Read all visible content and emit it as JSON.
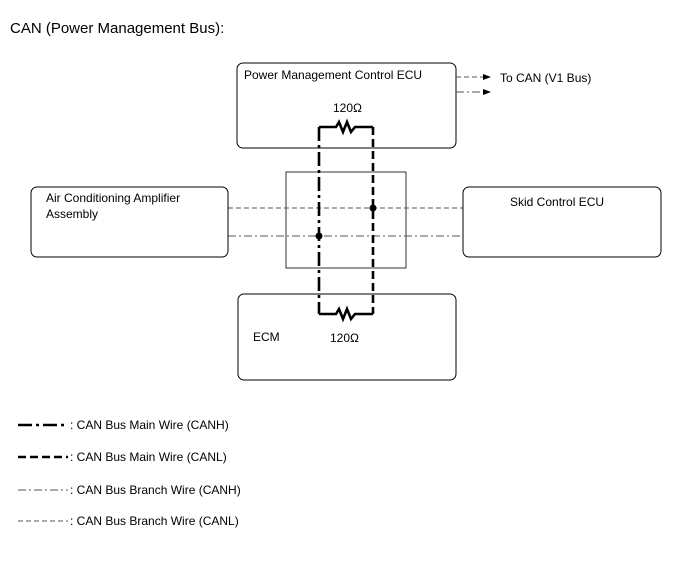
{
  "title": "CAN (Power Management Bus):",
  "components": {
    "pm_ecu": "Power Management Control ECU",
    "ac_amp_line1": "Air Conditioning Amplifier",
    "ac_amp_line2": "Assembly",
    "skid_ecu": "Skid Control ECU",
    "ecm": "ECM"
  },
  "resistors": {
    "top": "120Ω",
    "bottom": "120Ω"
  },
  "external_link": "To CAN (V1 Bus)",
  "legend": [
    {
      "label": ": CAN Bus Main Wire (CANH)",
      "style": "main-canh"
    },
    {
      "label": ": CAN Bus Main Wire (CANL)",
      "style": "main-canl"
    },
    {
      "label": ": CAN Bus Branch Wire (CANH)",
      "style": "branch-canh"
    },
    {
      "label": ": CAN Bus Branch Wire (CANL)",
      "style": "branch-canl"
    }
  ],
  "colors": {
    "line": "#000000",
    "box_stroke": "#000000",
    "background": "#ffffff"
  }
}
